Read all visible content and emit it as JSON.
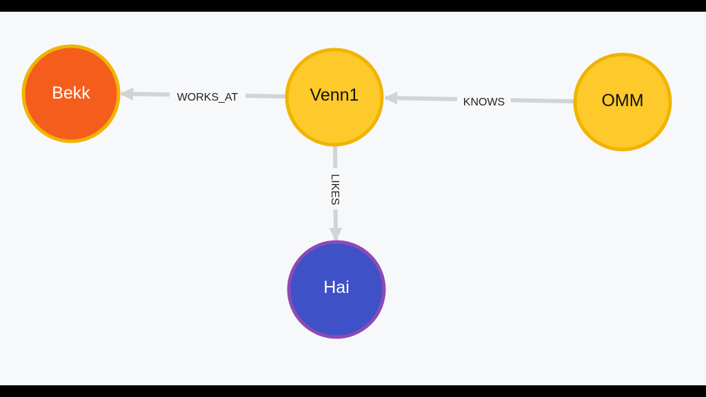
{
  "graph": {
    "nodes": {
      "bekk": {
        "label": "Bekk",
        "fill": "#f55d1c",
        "stroke": "#f0b400",
        "text_color": "#ffffff"
      },
      "venn1": {
        "label": "Venn1",
        "fill": "#fdc92b",
        "stroke": "#f0b400",
        "text_color": "#111111"
      },
      "omm": {
        "label": "OMM",
        "fill": "#fdc92b",
        "stroke": "#f0b400",
        "text_color": "#111111"
      },
      "hai": {
        "label": "Hai",
        "fill": "#3f51c6",
        "stroke": "#8b4bb7",
        "text_color": "#ffffff"
      }
    },
    "edges": {
      "works_at": {
        "label": "WORKS_AT",
        "from": "Venn1",
        "to": "Bekk"
      },
      "knows": {
        "label": "KNOWS",
        "from": "OMM",
        "to": "Venn1"
      },
      "likes": {
        "label": "LIKES",
        "from": "Venn1",
        "to": "Hai"
      }
    },
    "edge_color": "#d2d3d5",
    "background": "#f7f8fa"
  }
}
